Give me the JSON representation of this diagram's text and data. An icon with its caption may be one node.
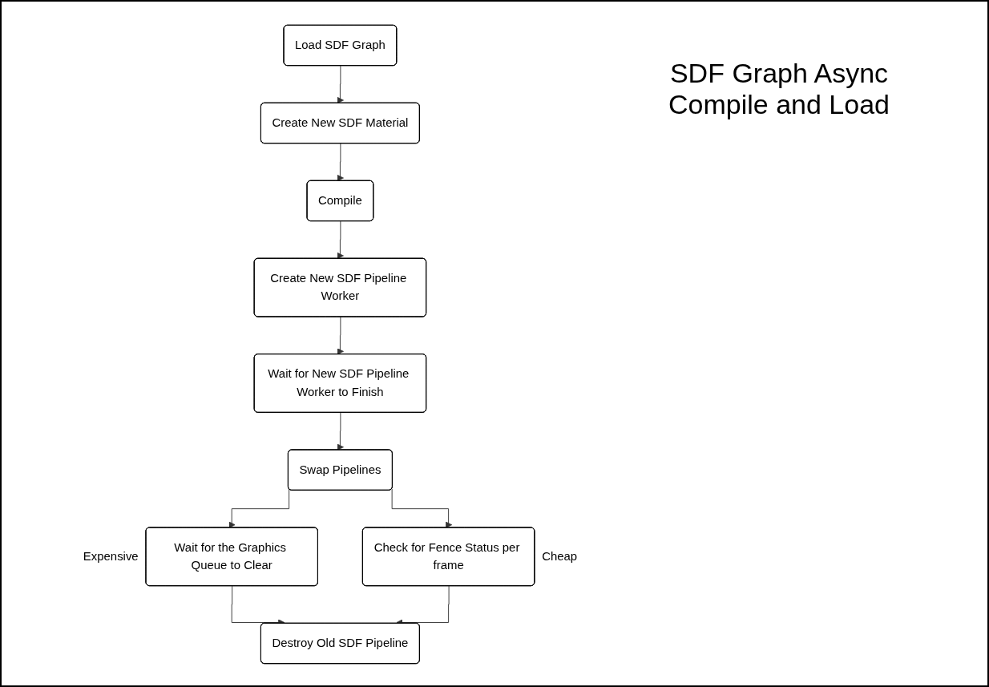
{
  "diagram": {
    "title": "SDF Graph Async Compile and Load",
    "nodes": [
      {
        "text": [
          "Load SDF Graph"
        ]
      },
      {
        "text": [
          "Create New SDF Material"
        ]
      },
      {
        "text": [
          "Compile"
        ]
      },
      {
        "text": [
          "Create New SDF Pipeline Worker"
        ]
      },
      {
        "text": [
          "Wait for New SDF Pipeline Worker to Finish"
        ]
      },
      {
        "text": [
          "Swap Pipelines"
        ]
      },
      {
        "text": [
          "Wait for the Graphics Queue to Clear"
        ],
        "beside": [
          "Expensive"
        ]
      },
      {
        "text": [
          "Check for Fence Status per frame"
        ],
        "beside": [
          "Cheap"
        ]
      },
      {
        "text": [
          "Destroy Old SDF Pipeline"
        ]
      }
    ],
    "edges": [
      {
        "from": 0,
        "to": 1,
        "arrow": "to"
      },
      {
        "from": 1,
        "to": 2,
        "arrow": "to"
      },
      {
        "from": 2,
        "to": 3,
        "arrow": "to"
      },
      {
        "from": 3,
        "to": 4,
        "arrow": "to"
      },
      {
        "from": 4,
        "to": 5,
        "arrow": "to"
      },
      {
        "from": 5,
        "to": 6,
        "arrow": "to"
      },
      {
        "from": 5,
        "to": 7,
        "arrow": "to"
      },
      {
        "from": 6,
        "to": 8,
        "arrow": "to"
      },
      {
        "from": 7,
        "to": 8,
        "arrow": "to"
      }
    ]
  }
}
